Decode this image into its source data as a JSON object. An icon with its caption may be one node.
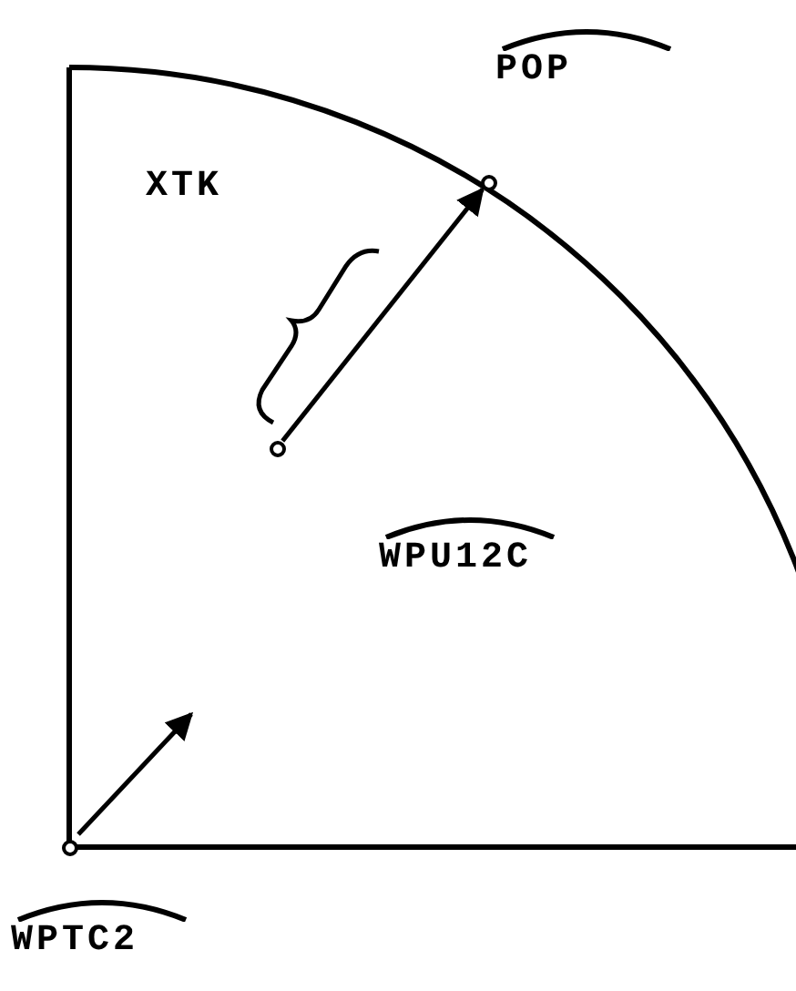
{
  "diagram": {
    "nodes": [
      {
        "text": [],
        "shape": "circle"
      },
      {
        "text": [],
        "shape": "circle"
      },
      {
        "text": [],
        "shape": "circle"
      }
    ],
    "edges": [
      {
        "from": 1,
        "to": 0,
        "arrow": "to"
      }
    ],
    "labels": [
      "POP",
      "XTK",
      "WPU12C",
      "WPTC2"
    ]
  }
}
